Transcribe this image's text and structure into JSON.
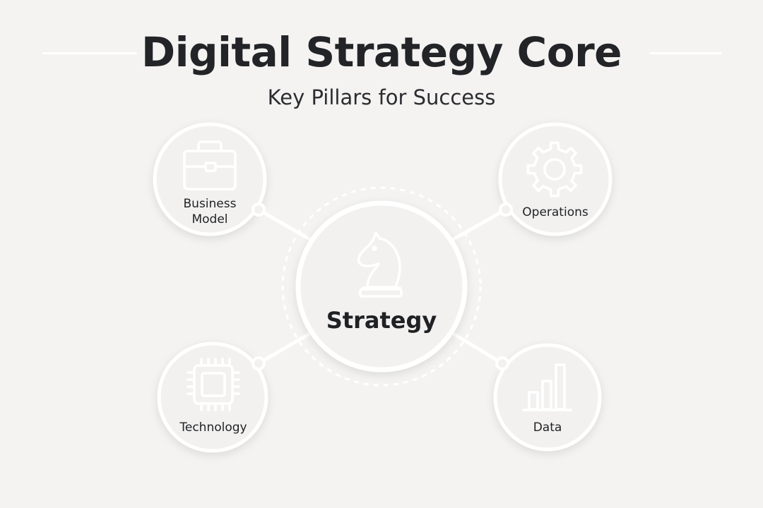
{
  "header": {
    "title": "Digital Strategy Core",
    "subtitle": "Key Pillars for Success"
  },
  "center": {
    "label": "Strategy",
    "icon": "chess-knight-icon"
  },
  "pillars": [
    {
      "label": "Business\nModel",
      "icon": "briefcase-icon"
    },
    {
      "label": "Operations",
      "icon": "gear-icon"
    },
    {
      "label": "Technology",
      "icon": "chip-icon"
    },
    {
      "label": "Data",
      "icon": "bar-chart-icon"
    }
  ],
  "colors": {
    "background": "#f4f3f2",
    "circle_fill": "#f2f1f0",
    "outline": "#ffffff",
    "text": "#222427"
  }
}
